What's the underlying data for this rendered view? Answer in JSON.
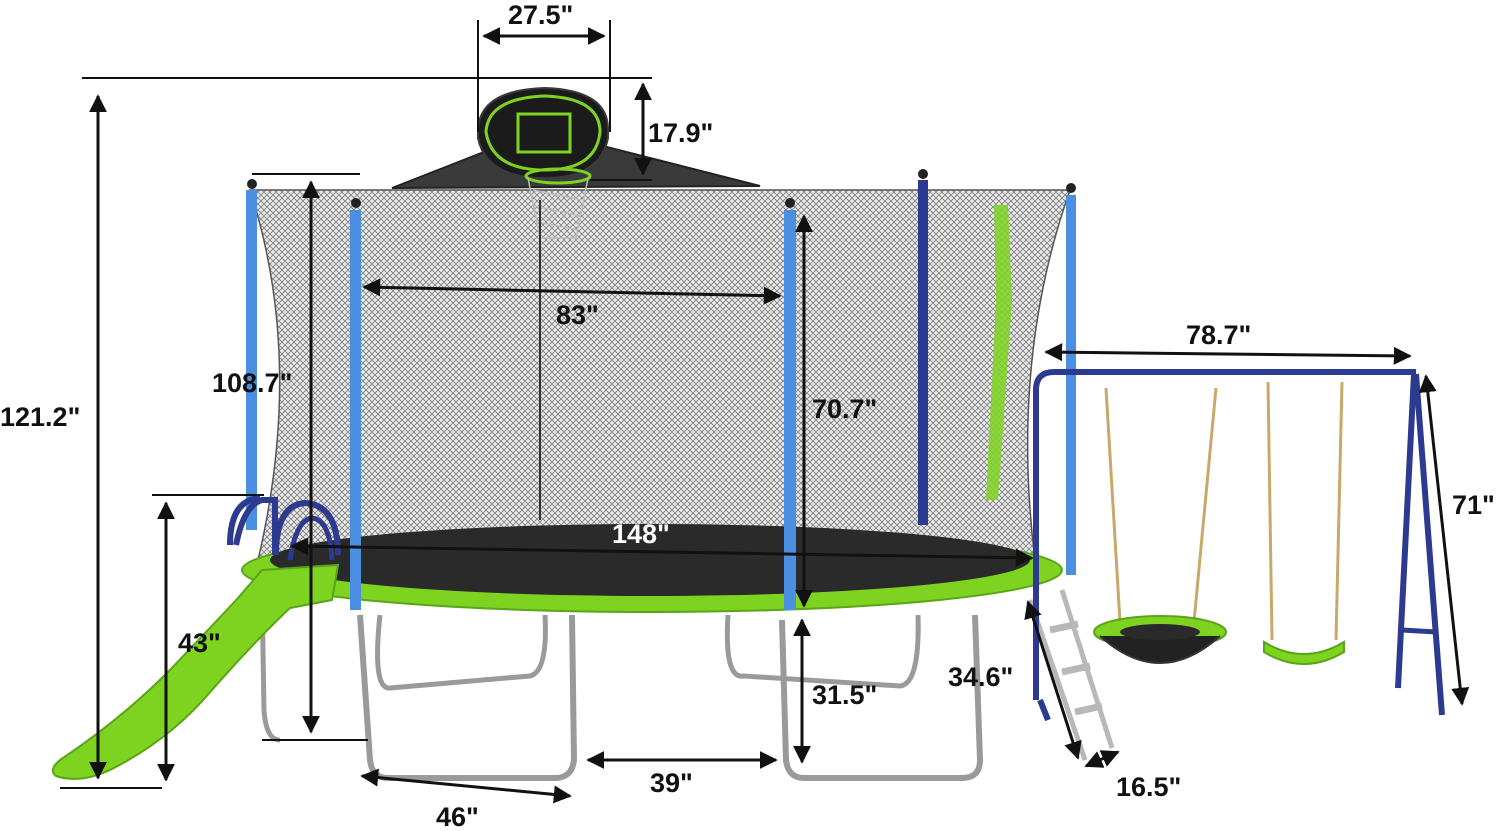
{
  "dimensions": {
    "hoop_width": "27.5\"",
    "hoop_height": "17.9\"",
    "total_height": "121.2\"",
    "net_height": "108.7\"",
    "net_diameter": "83\"",
    "pole_height": "70.7\"",
    "mat_diameter": "148\"",
    "slide_height": "43\"",
    "leg_height": "31.5\"",
    "leg_width": "46\"",
    "leg_spacing": "39\"",
    "ladder_height": "34.6\"",
    "ladder_width": "16.5\"",
    "swing_width": "78.7\"",
    "swing_height": "71\""
  },
  "colors": {
    "frame_green": "#7ed321",
    "pole_blue": "#4a8fe2",
    "swing_frame_navy": "#2c3a8f",
    "net_gray": "#9a9a9a",
    "mat_black": "#2a2a2a",
    "rope_tan": "#c8a96a"
  }
}
